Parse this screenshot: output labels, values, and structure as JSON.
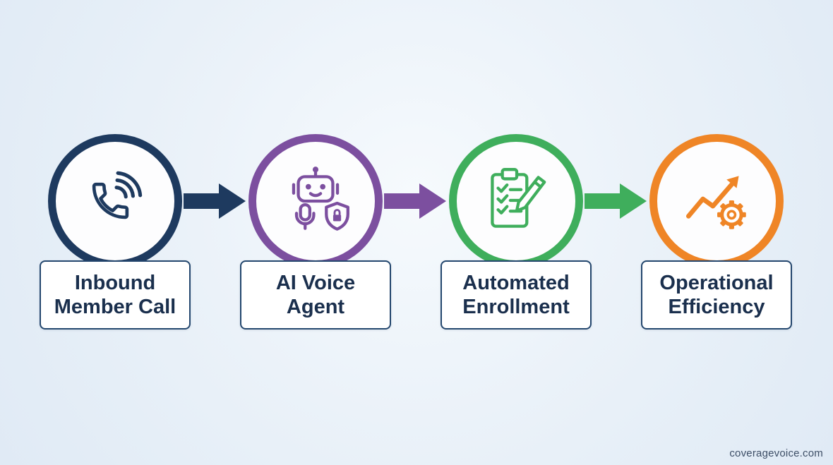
{
  "steps": [
    {
      "name": "inbound-member-call",
      "lines": [
        "Inbound",
        "Member Call"
      ],
      "icon": "phone-icon",
      "color": "#1e3a5f"
    },
    {
      "name": "ai-voice-agent",
      "lines": [
        "AI Voice",
        "Agent"
      ],
      "icon": "robot-icon",
      "color": "#7c4f9f"
    },
    {
      "name": "automated-enrollment",
      "lines": [
        "Automated",
        "Enrollment"
      ],
      "icon": "clipboard-checklist-icon",
      "color": "#3fae5c"
    },
    {
      "name": "operational-efficiency",
      "lines": [
        "Operational",
        "Efficiency"
      ],
      "icon": "growth-chart-gear-icon",
      "color": "#ef8526"
    }
  ],
  "arrows": [
    {
      "color": "#1e3a5f"
    },
    {
      "color": "#7c4f9f"
    },
    {
      "color": "#3fae5c"
    }
  ],
  "label_text_color": "#1a2f4d",
  "background_color": "#e8f0f8",
  "watermark": "coveragevoice.com"
}
